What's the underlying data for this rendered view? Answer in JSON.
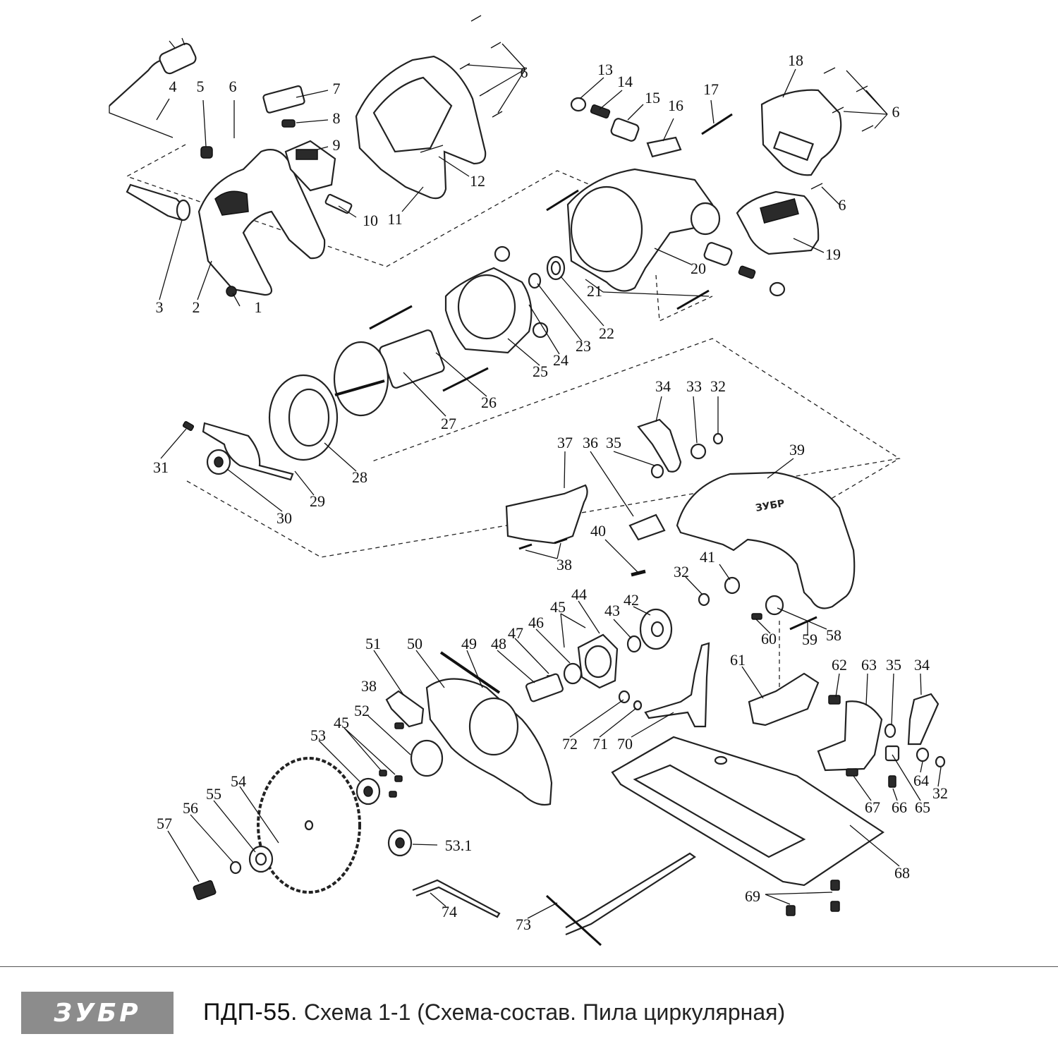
{
  "footer": {
    "logo_text": "ЗУБР",
    "model": "ПДП-55.",
    "subtitle": "Схема 1-1 (Схема-состав. Пила циркулярная)"
  },
  "callouts": [
    "1",
    "2",
    "3",
    "4",
    "5",
    "6",
    "6",
    "6",
    "7",
    "8",
    "9",
    "10",
    "11",
    "12",
    "13",
    "14",
    "15",
    "16",
    "17",
    "18",
    "19",
    "20",
    "21",
    "22",
    "23",
    "24",
    "25",
    "26",
    "27",
    "28",
    "29",
    "30",
    "31",
    "32",
    "32",
    "32",
    "33",
    "34",
    "34",
    "35",
    "35",
    "36",
    "37",
    "38",
    "38",
    "39",
    "40",
    "41",
    "42",
    "43",
    "44",
    "45",
    "45",
    "46",
    "47",
    "48",
    "49",
    "50",
    "51",
    "52",
    "53",
    "53.1",
    "54",
    "55",
    "56",
    "57",
    "58",
    "59",
    "60",
    "61",
    "62",
    "63",
    "64",
    "65",
    "66",
    "67",
    "68",
    "69",
    "70",
    "71",
    "72",
    "73",
    "74"
  ]
}
